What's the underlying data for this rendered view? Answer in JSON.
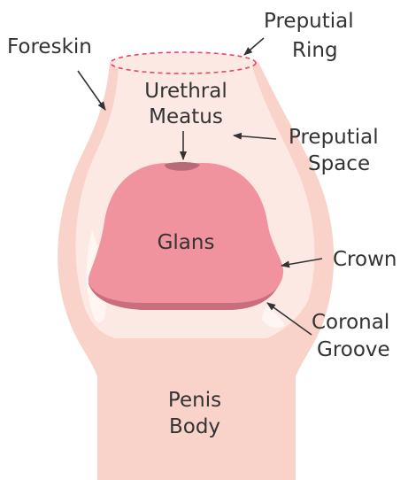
{
  "labels": {
    "foreskin": "Foreskin",
    "preputial_ring_1": "Preputial",
    "preputial_ring_2": "Ring",
    "urethral_meatus_1": "Urethral",
    "urethral_meatus_2": "Meatus",
    "preputial_space_1": "Preputial",
    "preputial_space_2": "Space",
    "glans": "Glans",
    "crown": "Crown",
    "coronal_groove_1": "Coronal",
    "coronal_groove_2": "Groove",
    "penis_body_1": "Penis",
    "penis_body_2": "Body"
  },
  "colors": {
    "skin_outer": "#f9d3c9",
    "skin_inner": "#fde9e3",
    "skin_highlight": "#fff6f2",
    "glans": "#f0939f",
    "glans_rim": "#c86e7c",
    "meatus": "#b96a78",
    "ring_dash": "#e8475f",
    "text": "#333333"
  }
}
